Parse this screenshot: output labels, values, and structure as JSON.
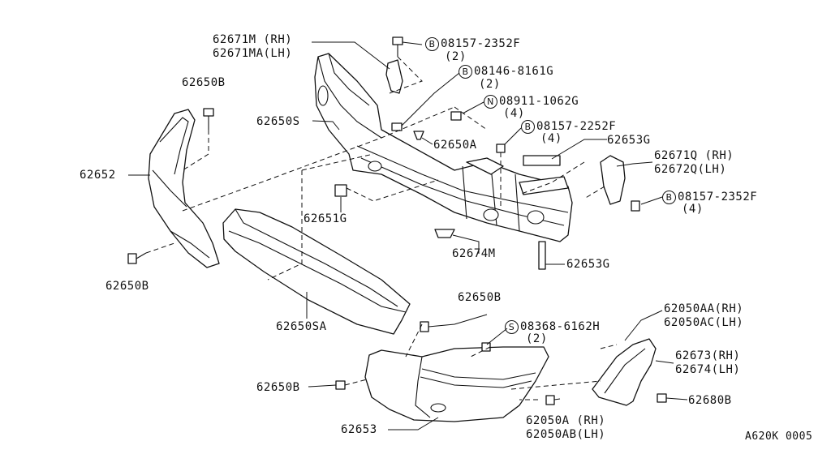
{
  "labels": {
    "l62671m": "62671M (RH)",
    "l62671ma": "62671MA(LH)",
    "b1_sym": "B",
    "b1_num": "08157-2352F",
    "b1_qty": "(2)",
    "b2_sym": "B",
    "b2_num": "08146-8161G",
    "b2_qty": "(2)",
    "n1_sym": "N",
    "n1_num": "08911-1062G",
    "n1_qty": "(4)",
    "l62650s": "62650S",
    "l62650a": "62650A",
    "b3_sym": "B",
    "b3_num": "08157-2252F",
    "b3_qty": "(4)",
    "l62653g_top": "62653G",
    "l62671q": "62671Q (RH)",
    "l62672q": "62672Q(LH)",
    "b4_sym": "B",
    "b4_num": "08157-2352F",
    "b4_qty": "(4)",
    "l62650b_top": "62650B",
    "l62652": "62652",
    "l62651g": "62651G",
    "l62674m": "62674M",
    "l62653g_bot": "62653G",
    "l62650b_left": "62650B",
    "l62650sa": "62650SA",
    "l62650b_mid": "62650B",
    "s1_sym": "S",
    "s1_num": "08368-6162H",
    "s1_qty": "(2)",
    "l62050aa": "62050AA(RH)",
    "l62050ac": "62050AC(LH)",
    "l62673": "62673(RH)",
    "l62674": "62674(LH)",
    "l62650b_bot": "62650B",
    "l62680b": "62680B",
    "l62653": "62653",
    "l62050a": "62050A (RH)",
    "l62050ab": "62050AB(LH)",
    "ref": "A620K 0005"
  }
}
